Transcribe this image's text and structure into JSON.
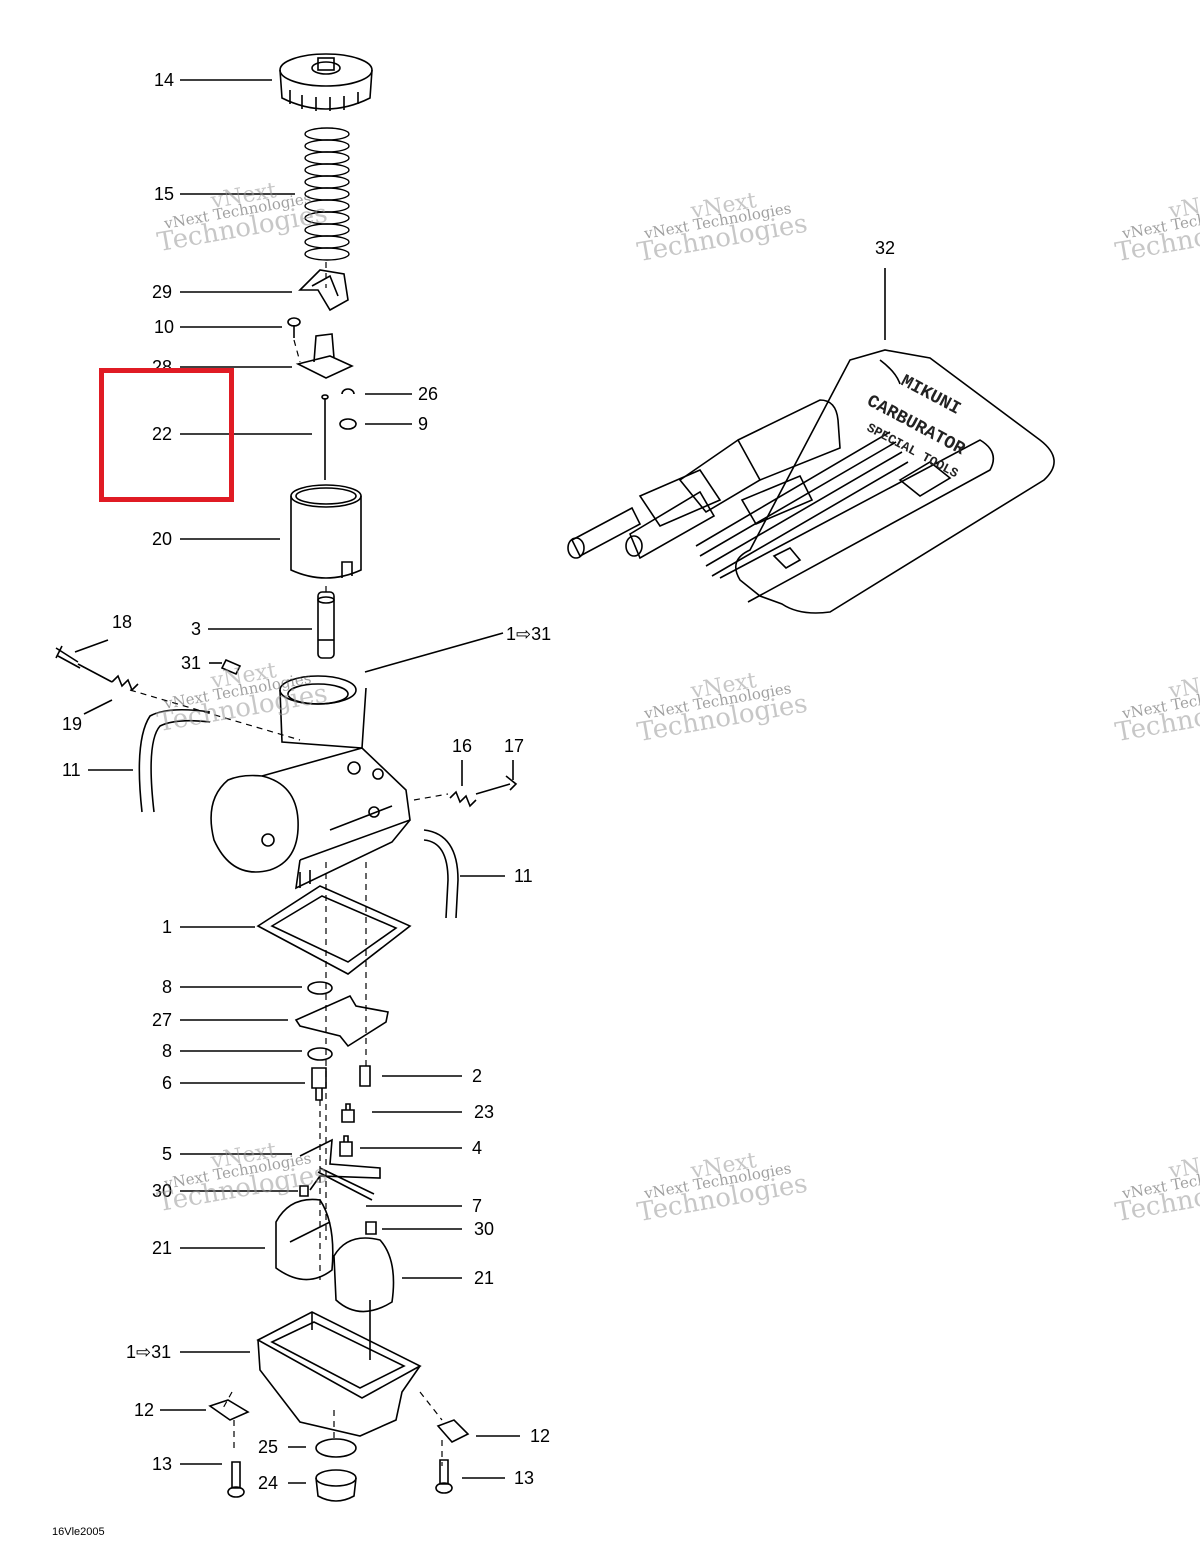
{
  "diagram": {
    "callouts": [
      {
        "id": "c14",
        "text": "14"
      },
      {
        "id": "c15",
        "text": "15"
      },
      {
        "id": "c29",
        "text": "29"
      },
      {
        "id": "c10",
        "text": "10"
      },
      {
        "id": "c28",
        "text": "28"
      },
      {
        "id": "c26",
        "text": "26"
      },
      {
        "id": "c9",
        "text": "9"
      },
      {
        "id": "c22",
        "text": "22"
      },
      {
        "id": "c20",
        "text": "20"
      },
      {
        "id": "c18",
        "text": "18"
      },
      {
        "id": "c3",
        "text": "3"
      },
      {
        "id": "c1to31a",
        "text": "1⇨31"
      },
      {
        "id": "c31",
        "text": "31"
      },
      {
        "id": "c19",
        "text": "19"
      },
      {
        "id": "c16",
        "text": "16"
      },
      {
        "id": "c17",
        "text": "17"
      },
      {
        "id": "c11a",
        "text": "11"
      },
      {
        "id": "c11b",
        "text": "11"
      },
      {
        "id": "c1",
        "text": "1"
      },
      {
        "id": "c8a",
        "text": "8"
      },
      {
        "id": "c27",
        "text": "27"
      },
      {
        "id": "c8b",
        "text": "8"
      },
      {
        "id": "c2",
        "text": "2"
      },
      {
        "id": "c6",
        "text": "6"
      },
      {
        "id": "c23",
        "text": "23"
      },
      {
        "id": "c5",
        "text": "5"
      },
      {
        "id": "c4",
        "text": "4"
      },
      {
        "id": "c30a",
        "text": "30"
      },
      {
        "id": "c7",
        "text": "7"
      },
      {
        "id": "c30b",
        "text": "30"
      },
      {
        "id": "c21a",
        "text": "21"
      },
      {
        "id": "c21b",
        "text": "21"
      },
      {
        "id": "c1to31b",
        "text": "1⇨31"
      },
      {
        "id": "c12a",
        "text": "12"
      },
      {
        "id": "c12b",
        "text": "12"
      },
      {
        "id": "c25",
        "text": "25"
      },
      {
        "id": "c13a",
        "text": "13"
      },
      {
        "id": "c13b",
        "text": "13"
      },
      {
        "id": "c24",
        "text": "24"
      },
      {
        "id": "c32",
        "text": "32"
      }
    ],
    "watermark": {
      "line1": "vNext",
      "line2": "vNext Technologies",
      "line3": "Technologies"
    },
    "tool_kit_label": [
      "MIKUNI",
      "CARBURATOR",
      "SPECIAL TOOLS"
    ],
    "footer": "16Vle2005",
    "highlight_color": "#e01b24"
  }
}
